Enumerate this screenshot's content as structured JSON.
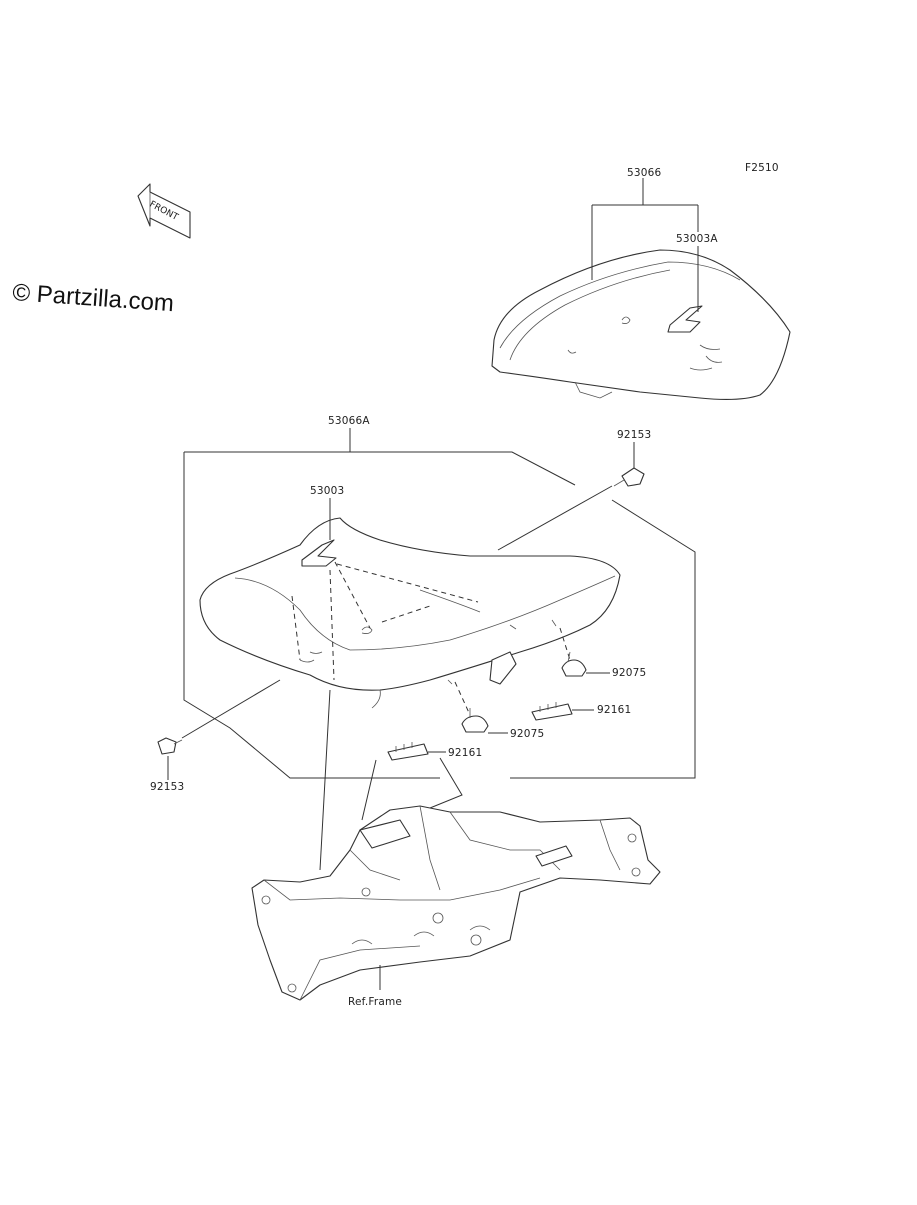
{
  "figure_code": "F2510",
  "watermark": "© Partzilla.com",
  "front_label": "FRONT",
  "callouts": {
    "seat_rear_assy": "53066",
    "strap_rear": "53003A",
    "seat_front_assy": "53066A",
    "strap_front": "53003",
    "bolt_right": "92153",
    "bolt_left": "92153",
    "damper_right": "92075",
    "damper_center": "92075",
    "clip_right": "92161",
    "clip_center": "92161",
    "frame_ref": "Ref.Frame"
  }
}
